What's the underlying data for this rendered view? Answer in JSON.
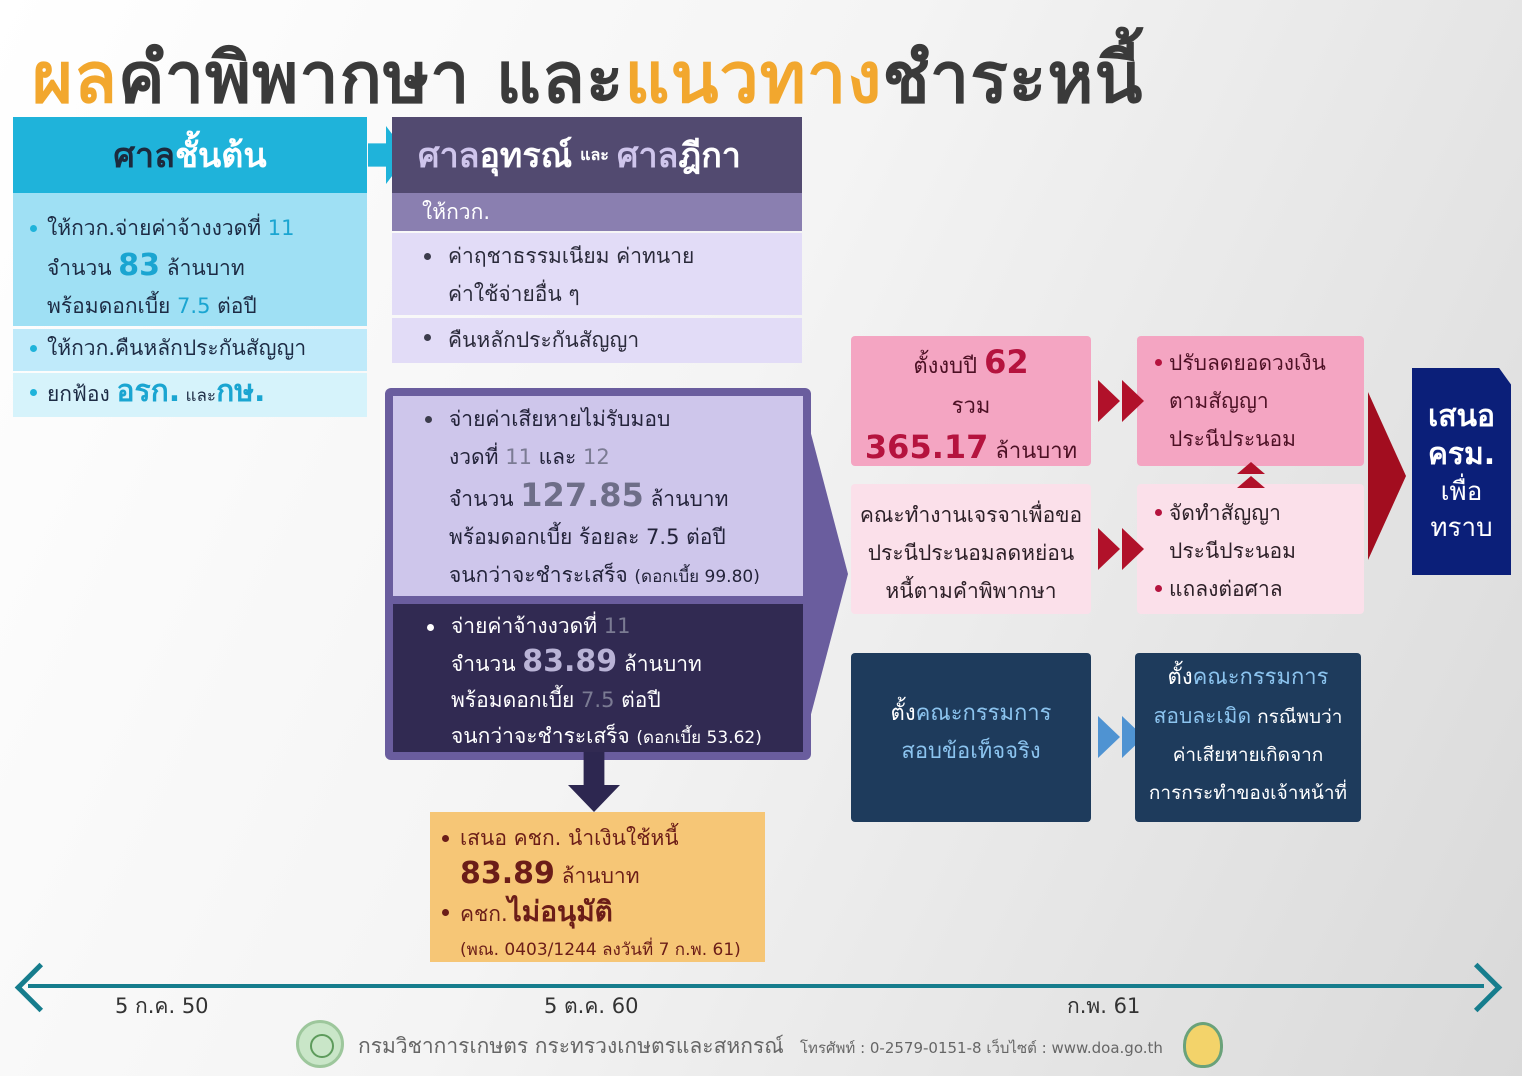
{
  "title": {
    "part1": "ผล",
    "part2": "คำพิพากษา และ",
    "part3": "แนวทาง",
    "part4": "ชำระหนี้"
  },
  "lower_court": {
    "header_a": "ศาล",
    "header_b": "ชั้นต้น",
    "item1_a": "ให้กวก.จ่ายค่าจ้างงวดที่ ",
    "item1_num": "11",
    "item1_b": "จำนวน ",
    "item1_amount": "83",
    "item1_c": " ล้านบาท",
    "item1_d": "พร้อมดอกเบี้ย ",
    "item1_rate": "7.5",
    "item1_e": " ต่อปี",
    "item2": "ให้กวก.คืนหลักประกันสัญญา",
    "item3_a": "ยกฟ้อง ",
    "item3_b": "อรก.",
    "item3_c": " และ",
    "item3_d": "กษ."
  },
  "appeal_court": {
    "header_a": "ศาล",
    "header_b": "อุทรณ์",
    "header_and": "และ",
    "header_c": "ศาล",
    "header_d": "ฎีกา",
    "sub": "ให้กวก.",
    "item1_a": "ค่าฤชาธรรมเนียม ค่าทนาย",
    "item1_b": "ค่าใช้จ่ายอื่น ๆ",
    "item2": "คืนหลักประกันสัญญา"
  },
  "damages": {
    "l1": "จ่ายค่าเสียหายไม่รับมอบ",
    "l2a": "งวดที่ ",
    "l2n1": "11",
    "l2b": " และ ",
    "l2n2": "12",
    "l3a": "จำนวน ",
    "l3n": "127.85",
    "l3b": " ล้านบาท",
    "l4": "พร้อมดอกเบี้ย ร้อยละ 7.5 ต่อปี",
    "l5a": "จนกว่าจะชำระเสร็จ ",
    "l5b": "(ดอกเบี้ย 99.80)"
  },
  "wages": {
    "l1a": "จ่ายค่าจ้างงวดที่ ",
    "l1n": "11",
    "l2a": "จำนวน ",
    "l2n": "83.89",
    "l2b": " ล้านบาท",
    "l3a": "พร้อมดอกเบี้ย ",
    "l3n": "7.5",
    "l3b": " ต่อปี",
    "l4a": "จนกว่าจะชำระเสร็จ ",
    "l4b": "(ดอกเบี้ย 53.62)"
  },
  "proposal": {
    "l1": "เสนอ คชก. นำเงินใช้หนี้",
    "l2n": "83.89",
    "l2b": " ล้านบาท",
    "l3a": "คชก.",
    "l3b": "ไม่อนุมัติ",
    "l4": "(พณ. 0403/1244 ลงวันที่ 7 ก.พ. 61)"
  },
  "budget": {
    "l1a": "ตั้งงบปี ",
    "l1n": "62",
    "l2": "รวม",
    "l3n": "365.17",
    "l3b": " ล้านบาท"
  },
  "committee_negotiate": {
    "l1": "คณะทำงานเจรจาเพื่อขอ",
    "l2": "ประนีประนอมลดหย่อน",
    "l3": "หนี้ตามคำพิพากษา"
  },
  "adjust": {
    "l1": "ปรับลดยอดวงเงิน",
    "l2": "ตามสัญญา",
    "l3": "ประนีประนอม"
  },
  "contract": {
    "l1": "จัดทำสัญญา",
    "l2": "ประนีประนอม",
    "l3": "แถลงต่อศาล"
  },
  "cabinet": {
    "l1": "เสนอ",
    "l2": "ครม.",
    "l3": "เพื่อ",
    "l4": "ทราบ"
  },
  "fact_committee": {
    "l1a": "ตั้ง",
    "l1b": "คณะกรรมการ",
    "l2": "สอบข้อเท็จจริง"
  },
  "violation_committee": {
    "l1a": "ตั้ง",
    "l1b": "คณะกรรมการ",
    "l2a": "สอบละเมิด",
    "l2b": " กรณีพบว่า",
    "l3": "ค่าเสียหายเกิดจาก",
    "l4": "การกระทำของเจ้าหน้าที่"
  },
  "timeline": {
    "d1": "5 ก.ค. 50",
    "d2": "5 ต.ค. 60",
    "d3": "ก.พ. 61"
  },
  "footer": {
    "org": "กรมวิชาการเกษตร กระทรวงเกษตรและสหกรณ์",
    "contact": "โทรศัพท์ : 0-2579-0151-8   เว็บไซต์ : www.doa.go.th"
  },
  "colors": {
    "accent_orange": "#f2a72e",
    "cyan": "#1fb3da",
    "purple": "#524a70",
    "navy": "#0b1f79",
    "red": "#b1112a",
    "teal": "#167d8d"
  }
}
